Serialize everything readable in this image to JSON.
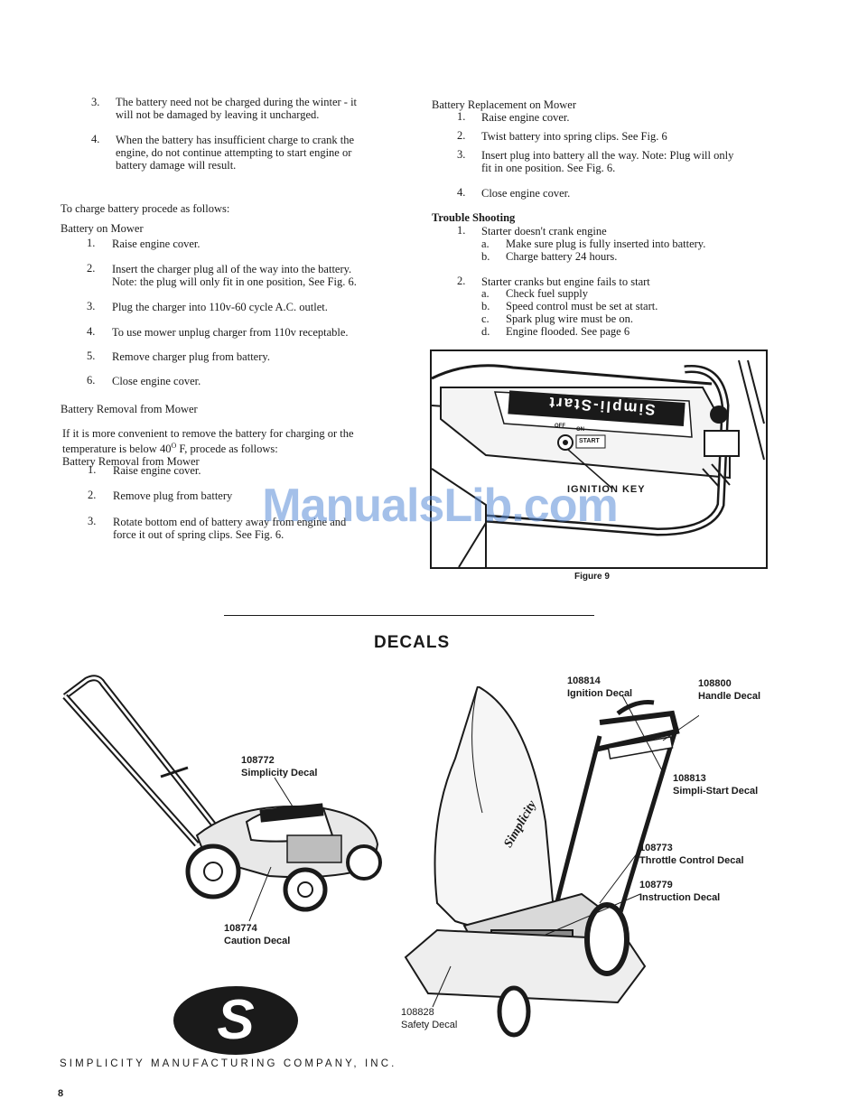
{
  "left_column": {
    "item3_num": "3.",
    "item3_line1": "The battery need not be charged during the winter - it",
    "item3_line2": "will not be damaged by leaving it uncharged.",
    "item4_num": "4.",
    "item4_line1": "When the battery has insufficient charge to crank the",
    "item4_line2": "engine, do not continue attempting to start engine or",
    "item4_line3": "battery damage will result.",
    "charge_intro": "To charge battery procede as follows:",
    "battery_on_mower": {
      "title": "Battery on Mower",
      "steps": [
        {
          "n": "1.",
          "l1": "Raise engine cover.",
          "l2": ""
        },
        {
          "n": "2.",
          "l1": "Insert the charger plug all of the way into the battery.",
          "l2": "Note: the plug will only fit in one position, See Fig. 6."
        },
        {
          "n": "3.",
          "l1": "Plug the charger into 110v-60 cycle A.C. outlet.",
          "l2": ""
        },
        {
          "n": "4.",
          "l1": "To use mower unplug charger from 110v receptable.",
          "l2": ""
        },
        {
          "n": "5.",
          "l1": "Remove charger plug from battery.",
          "l2": ""
        },
        {
          "n": "6.",
          "l1": "Close engine cover.",
          "l2": ""
        }
      ]
    },
    "removal_title": "Battery Removal from Mower",
    "removal_intro_l1": "If it is more convenient to remove the battery for charging or the",
    "removal_intro_l2_a": "temperature is below 40",
    "removal_intro_l2_sup": "O",
    "removal_intro_l2_b": " F, procede as follows:",
    "removal_subtitle": "Battery Removal from Mower",
    "removal_steps": [
      {
        "n": "1.",
        "l1": "Raise engine cover.",
        "l2": ""
      },
      {
        "n": "2.",
        "l1": "Remove plug from battery",
        "l2": ""
      },
      {
        "n": "3.",
        "l1": "Rotate bottom end of battery away from engine and",
        "l2": "force it out of spring clips. See Fig. 6."
      }
    ]
  },
  "right_column": {
    "replacement_title": "Battery Replacement on Mower",
    "replacement_steps": [
      {
        "n": "1.",
        "l1": "Raise engine cover.",
        "l2": ""
      },
      {
        "n": "2.",
        "l1": "Twist battery into spring clips. See Fig. 6",
        "l2": ""
      },
      {
        "n": "3.",
        "l1": "Insert plug into battery all the way. Note: Plug will only",
        "l2": "fit in one position. See Fig. 6."
      },
      {
        "n": "4.",
        "l1": "Close engine cover.",
        "l2": ""
      }
    ],
    "trouble_title": "Trouble Shooting",
    "trouble1_num": "1.",
    "trouble1_text": "Starter doesn't crank engine",
    "trouble1_subs": [
      {
        "k": "a.",
        "t": "Make sure plug is fully inserted into battery."
      },
      {
        "k": "b.",
        "t": "Charge battery 24 hours."
      }
    ],
    "trouble2_num": "2.",
    "trouble2_text": "Starter cranks but engine fails to start",
    "trouble2_subs": [
      {
        "k": "a.",
        "t": "Check fuel supply"
      },
      {
        "k": "b.",
        "t": "Speed control must be set at start."
      },
      {
        "k": "c.",
        "t": "Spark plug wire must be on."
      },
      {
        "k": "d.",
        "t": "Engine flooded. See page 6"
      }
    ]
  },
  "figure9": {
    "panel_text": "Simpli-Start",
    "switch_off": "OFF",
    "switch_on": "ON",
    "switch_start": "START",
    "key_label": "IGNITION KEY",
    "caption": "Figure 9"
  },
  "watermark": "ManualsLib.com",
  "decals_heading": "DECALS",
  "decal_labels": {
    "d108772": {
      "num": "108772",
      "name": "Simplicity Decal"
    },
    "d108774": {
      "num": "108774",
      "name": "Caution Decal"
    },
    "d108814": {
      "num": "108814",
      "name": "Ignition Decal"
    },
    "d108800": {
      "num": "108800",
      "name": "Handle Decal"
    },
    "d108813": {
      "num": "108813",
      "name": "Simpli-Start Decal"
    },
    "d108773": {
      "num": "108773",
      "name": "Throttle Control Decal"
    },
    "d108779": {
      "num": "108779",
      "name": "Instruction Decal"
    },
    "d108828": {
      "num": "108828",
      "name": "Safety Decal"
    }
  },
  "bag_text": "Simplicity",
  "logo_letter": "S",
  "company": "SIMPLICITY MANUFACTURING COMPANY, INC.",
  "page_number": "8",
  "colors": {
    "ink": "#1a1a1a",
    "watermark": "#5a8cd7"
  }
}
